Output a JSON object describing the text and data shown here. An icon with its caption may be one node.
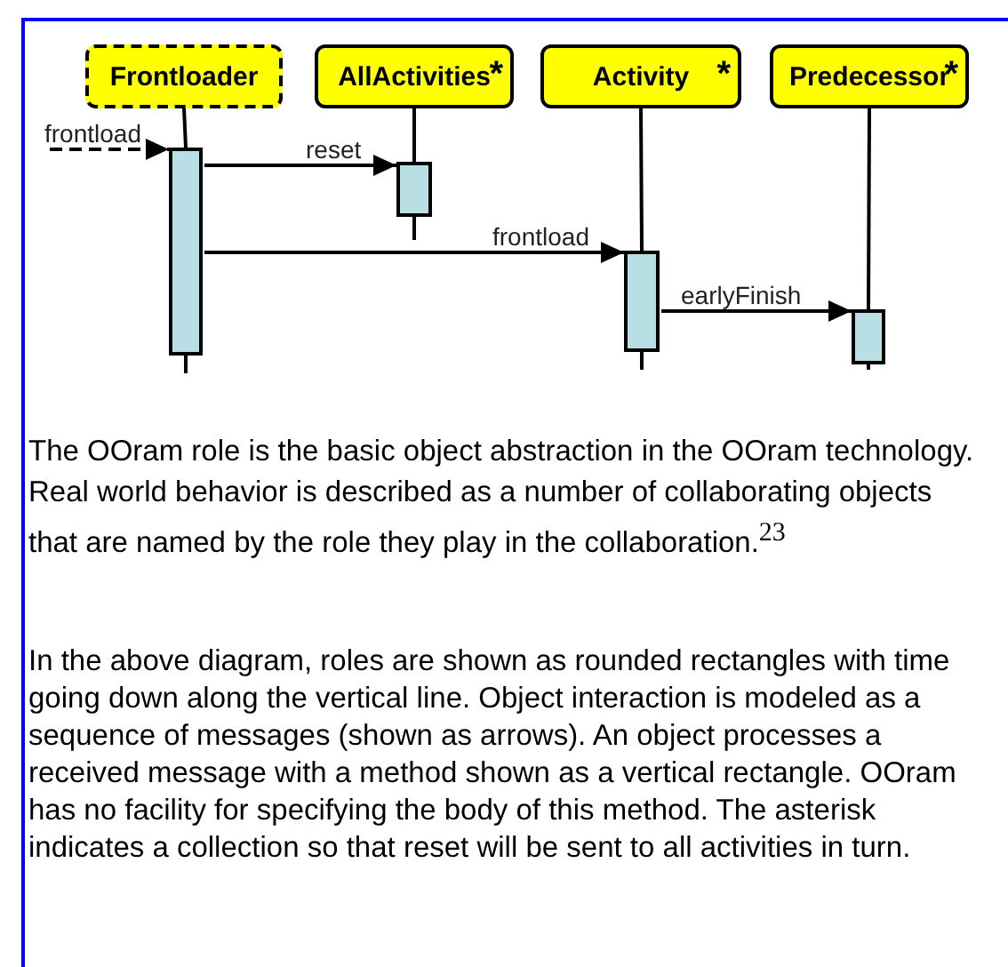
{
  "diagram": {
    "nodes": [
      {
        "text": [
          "Frontloader"
        ]
      },
      {
        "text": [
          "AllActivities",
          "*"
        ]
      },
      {
        "text": [
          "Activity",
          "*"
        ]
      },
      {
        "text": [
          "Predecessor",
          "*"
        ]
      },
      {
        "text": [],
        "shape": "bar"
      },
      {
        "text": [],
        "shape": "bar"
      },
      {
        "text": [],
        "shape": "bar"
      },
      {
        "text": [],
        "shape": "bar"
      }
    ],
    "edges": [
      {
        "from": 0,
        "to": 4,
        "arrow": "none"
      },
      {
        "from": 1,
        "to": 5,
        "arrow": "none"
      },
      {
        "from": 2,
        "to": 6,
        "arrow": "none"
      },
      {
        "from": 3,
        "to": 7,
        "arrow": "none"
      },
      {
        "from": null,
        "to": 4,
        "arrow": "to",
        "label": "frontload",
        "style": "dashed"
      },
      {
        "from": 4,
        "to": 5,
        "arrow": "to",
        "label": "reset"
      },
      {
        "from": 4,
        "to": 6,
        "arrow": "to",
        "label": "frontload"
      },
      {
        "from": 6,
        "to": 7,
        "arrow": "to",
        "label": "earlyFinish"
      }
    ],
    "labels": [
      "The OOram role is the basic object abstraction in the OOram technology. Real world behavior is described as a number of collaborating objects that are named by the role they play in the collaboration.$^{23}$",
      "In the above diagram, roles are shown as rounded rectangles with time going down along the vertical line. Object interaction is modeled as a sequence of messages (shown as arrows). An object processes a received message with a method shown as a vertical rectangle. OOram has no facility for specifying the body of this method. The asterisk indicates a collection so that reset will be sent to all activities in turn."
    ]
  }
}
